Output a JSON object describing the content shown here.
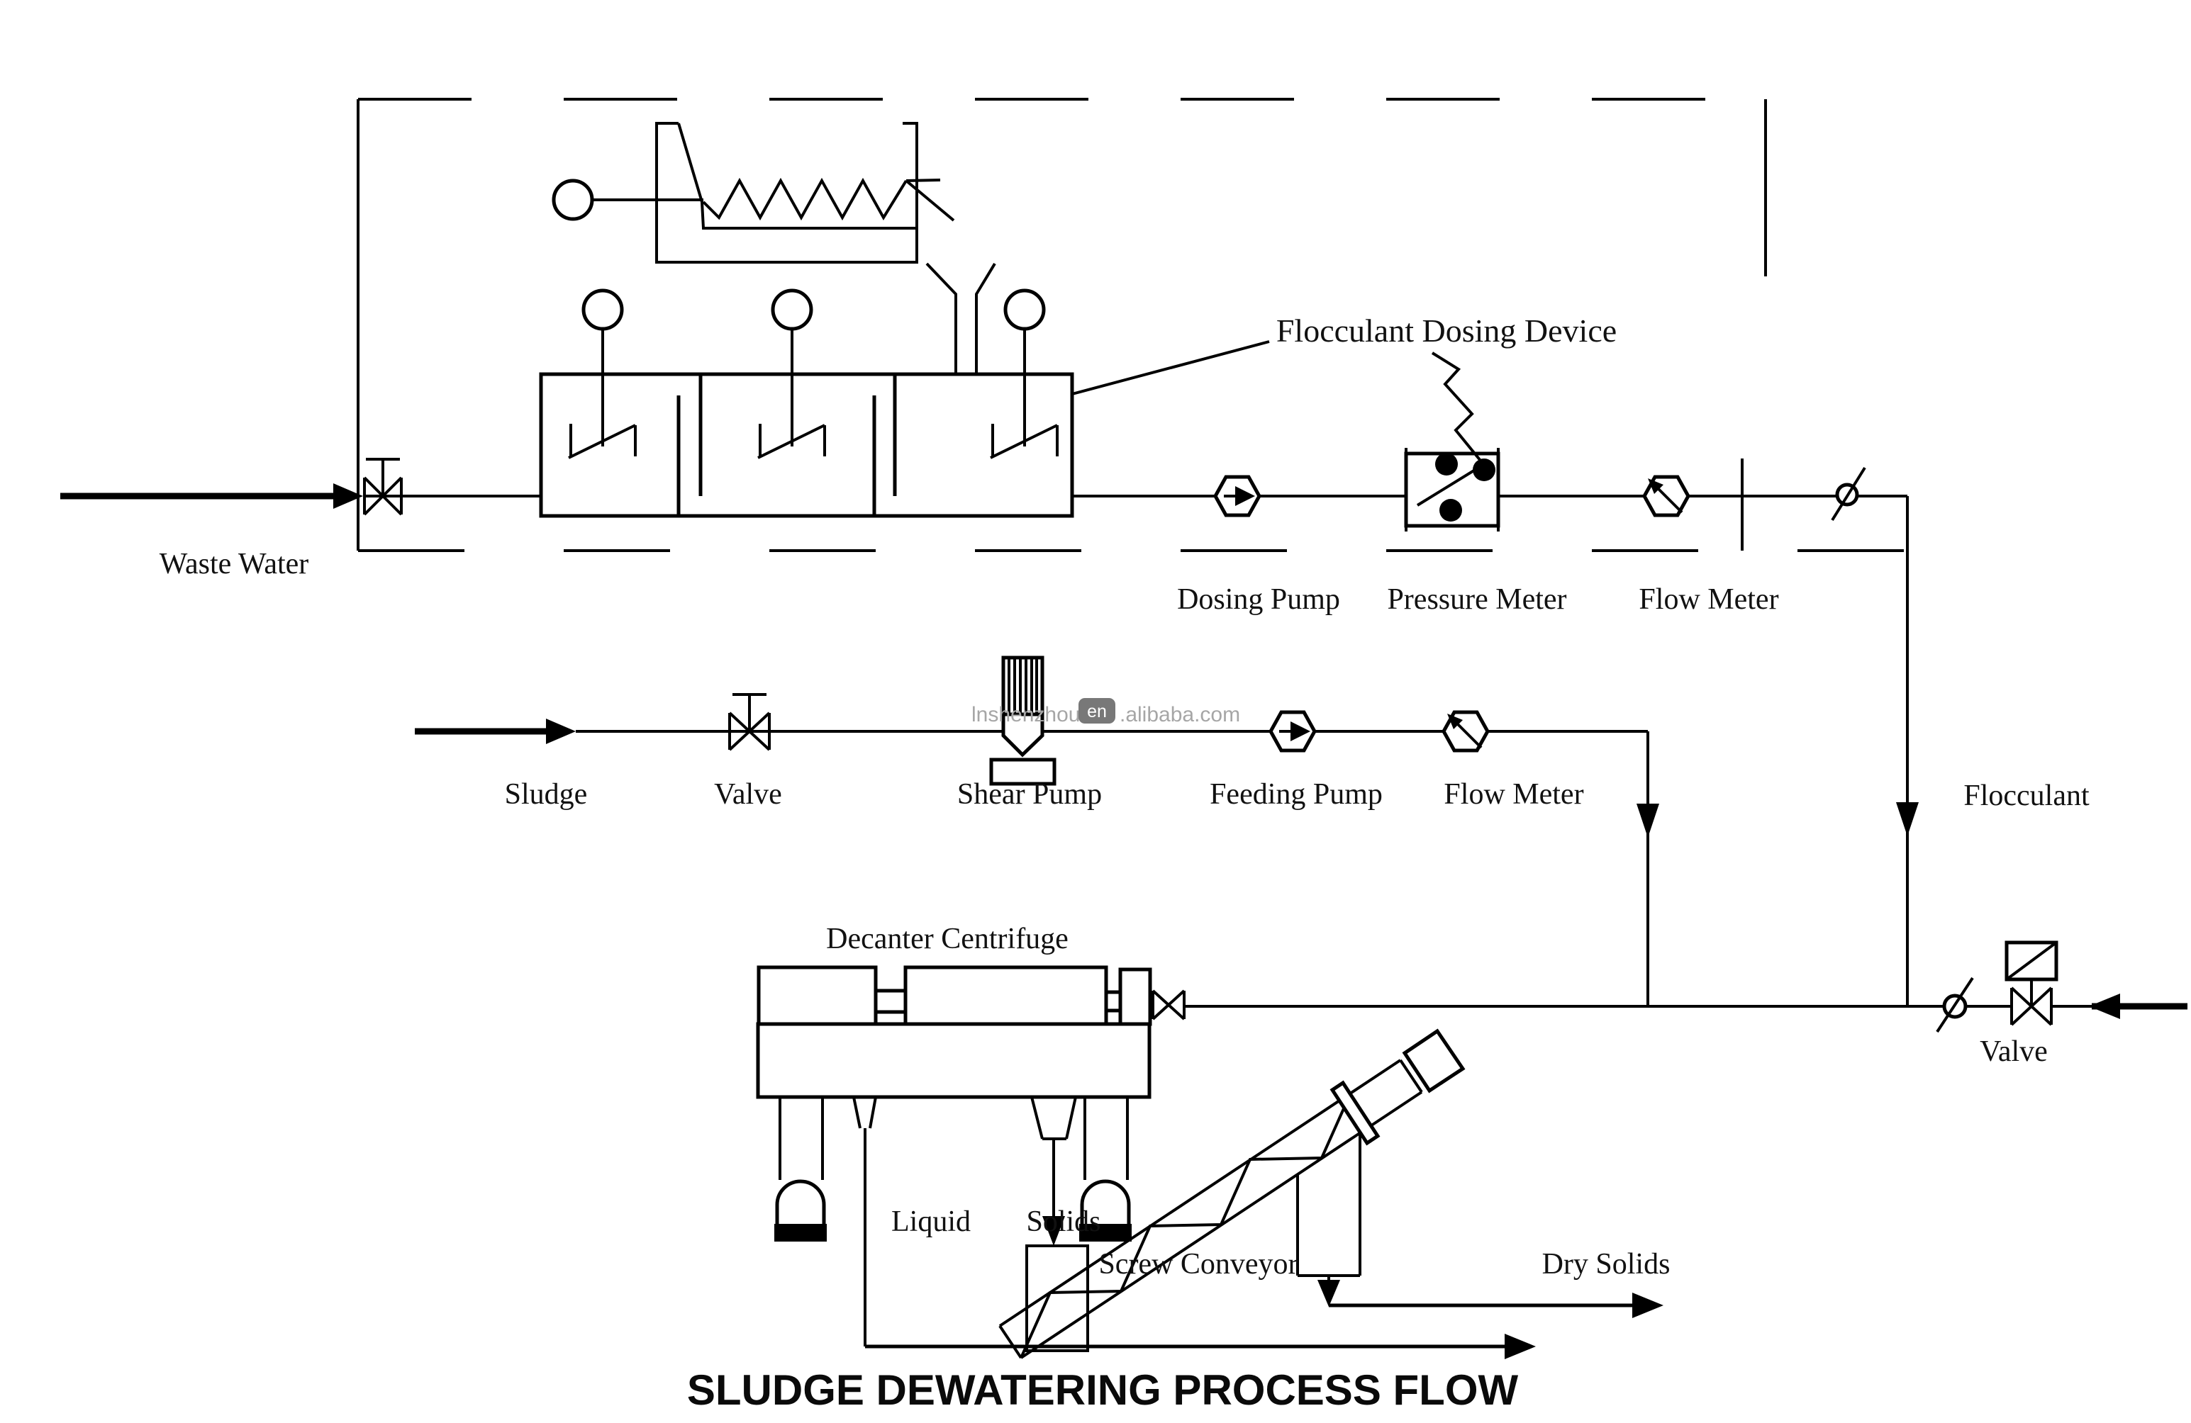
{
  "title": "SLUDGE DEWATERING PROCESS FLOW",
  "watermark": {
    "prefix": "lnshenzhou.",
    "highlight": "en",
    "suffix": ".alibaba.com"
  },
  "colors": {
    "line": "#000000",
    "background": "#ffffff",
    "watermark_gray": "#a6a6a6",
    "watermark_pill": "#787878"
  },
  "labels": {
    "waste_water": "Waste Water",
    "flocculant_dosing_device": "Flocculant Dosing Device",
    "dosing_pump": "Dosing Pump",
    "pressure_meter": "Pressure Meter",
    "flow_meter_top": "Flow Meter",
    "sludge": "Sludge",
    "sludge_valve": "Valve",
    "shear_pump": "Shear Pump",
    "feeding_pump": "Feeding Pump",
    "flow_meter_sludge": "Flow Meter",
    "flocculant": "Flocculant",
    "right_valve": "Valve",
    "decanter_centrifuge": "Decanter Centrifuge",
    "liquid": "Liquid",
    "solids": "Solids",
    "screw_conveyor": "Screw Conveyor",
    "dry_solids": "Dry Solids"
  },
  "icons": [
    "gate-valve-icon",
    "dosing-pump-icon",
    "pressure-meter-icon",
    "flow-meter-icon",
    "check-valve-icon",
    "shear-pump-icon",
    "feeding-pump-icon",
    "mixer-motor-icon",
    "screw-feeder-icon",
    "decanter-centrifuge-icon",
    "screw-conveyor-icon",
    "flow-arrow-icon"
  ]
}
